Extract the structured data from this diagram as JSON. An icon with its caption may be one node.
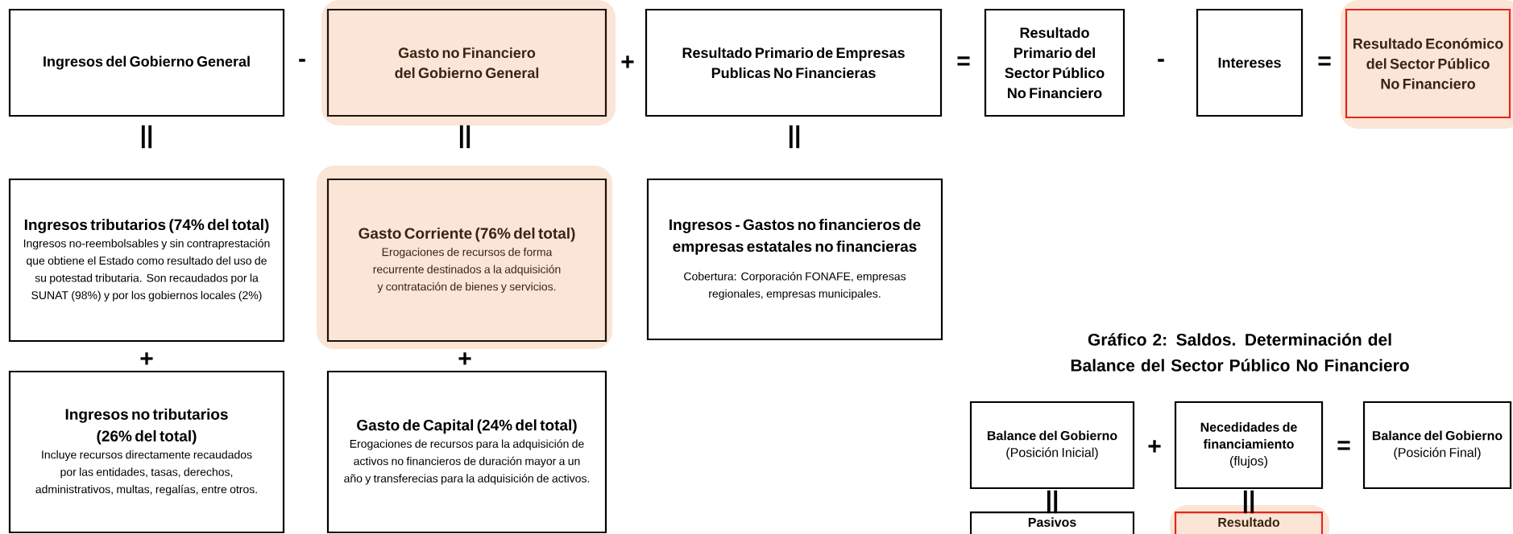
{
  "diagram": {
    "title": "Gráfico 2: Saldos. Determinación del Balance del Sector Público No Financiero",
    "nodes": [
      {
        "text": [
          "Ingresos del Gobierno General"
        ]
      },
      {
        "text": [
          "Gasto no Financiero del Gobierno General"
        ]
      },
      {
        "text": [
          "Resultado Primario de Empresas Publicas No Financieras"
        ]
      },
      {
        "text": [
          "Resultado Primario del Sector Público No Financiero"
        ]
      },
      {
        "text": [
          "Intereses"
        ]
      },
      {
        "text": [
          "Resultado Económico del Sector Público No Financiero"
        ]
      },
      {
        "text": [
          "Ingresos tributarios (74% del total)",
          "Ingresos no-reembolsables y sin contraprestación que obtiene el Estado como resultado del uso de su potestad tributaria. Son recaudados por la SUNAT (98%) y por los gobiernos locales (2%)"
        ]
      },
      {
        "text": [
          "Gasto Corriente (76% del total)",
          "Erogaciones de recursos de forma recurrente destinados a la adquisición y contratación de bienes y servicios."
        ]
      },
      {
        "text": [
          "Ingresos - Gastos no financieros de empresas estatales no financieras",
          "Cobertura: Corporación FONAFE, empresas regionales, empresas municipales."
        ]
      },
      {
        "text": [
          "Ingresos no tributarios (26% del total)",
          "Incluye recursos directamente recaudados por las entidades, tasas, derechos, administrativos, multas, regalías, entre otros."
        ]
      },
      {
        "text": [
          "Gasto de Capital (24% del total)",
          "Erogaciones de recursos para la adquisición de activos no financieros de duración mayor a un año y transferecias para la adquisición de activos."
        ]
      },
      {
        "text": [
          "Balance del Gobierno",
          "(Posición Inicial)"
        ]
      },
      {
        "text": [
          "Necedidades de financiamiento",
          "(flujos)"
        ]
      },
      {
        "text": [
          "Balance del Gobierno",
          "(Posición Final)"
        ]
      },
      {
        "text": [
          "Pasivos"
        ]
      },
      {
        "text": [
          "Resultado"
        ]
      }
    ],
    "labels": [
      "-",
      "+",
      "=",
      "-",
      "=",
      "||",
      "||",
      "||",
      "+",
      "+",
      "+",
      "=",
      "||",
      "||"
    ]
  }
}
